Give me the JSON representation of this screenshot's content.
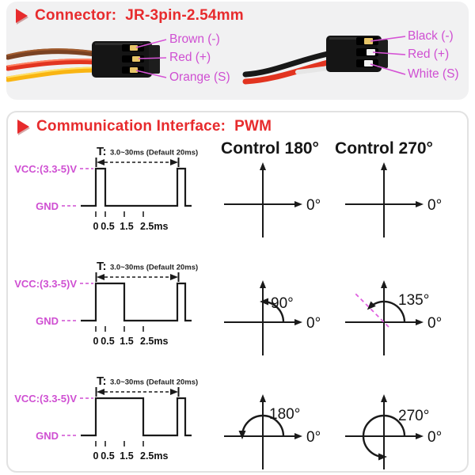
{
  "colors": {
    "accent_red": "#e72b2d",
    "magenta": "#cf4fd2",
    "card_bg": "#f1f1f2",
    "card_border": "#e2e2e2",
    "ink": "#1a1a1a",
    "dashed_pointer_magenta": "#e061e0",
    "wire_brown": "#7a4223",
    "wire_brown_light": "#a35c2e",
    "wire_red": "#e23420",
    "wire_red_light": "#ff8060",
    "wire_orange": "#f9b513",
    "wire_orange_light": "#ffe066",
    "wire_black": "#181818",
    "wire_white": "#e6e6e6",
    "pin_gold": "#e7c568"
  },
  "connector_section": {
    "title": "Connector:  JR-3pin-2.54mm",
    "left_connector": {
      "type": "JR-3pin-2.54mm",
      "labels": [
        "Brown (-)",
        "Red (+)",
        "Orange (S)"
      ]
    },
    "right_connector": {
      "type": "JR-3pin-2.54mm",
      "labels": [
        "Black (-)",
        "Red (+)",
        "White (S)"
      ]
    }
  },
  "pwm_section": {
    "title": "Communication Interface:  PWM",
    "column_headers": [
      "Control 180°",
      "Control 270°"
    ],
    "zero_label": "0°",
    "waveform": {
      "period_prefix": "T:",
      "period_text": "3.0~30ms (Default 20ms)",
      "vcc_label": "VCC:(3.3-5)V",
      "gnd_label": "GND",
      "tick_ms": [
        0,
        0.5,
        1.5,
        2.5
      ],
      "tick_labels": [
        "0",
        "0.5",
        "1.5",
        "2.5ms"
      ]
    },
    "rows": [
      {
        "pulse_ms": 0.5,
        "left_angle": {
          "value": 0,
          "label": ""
        },
        "right_angle": {
          "value": 0,
          "label": ""
        }
      },
      {
        "pulse_ms": 1.5,
        "left_angle": {
          "value": 90,
          "label": "90°"
        },
        "right_angle": {
          "value": 135,
          "label": "135°",
          "dashed_pointer": true
        }
      },
      {
        "pulse_ms": 2.5,
        "left_angle": {
          "value": 180,
          "label": "180°"
        },
        "right_angle": {
          "value": 270,
          "label": "270°"
        }
      }
    ]
  }
}
